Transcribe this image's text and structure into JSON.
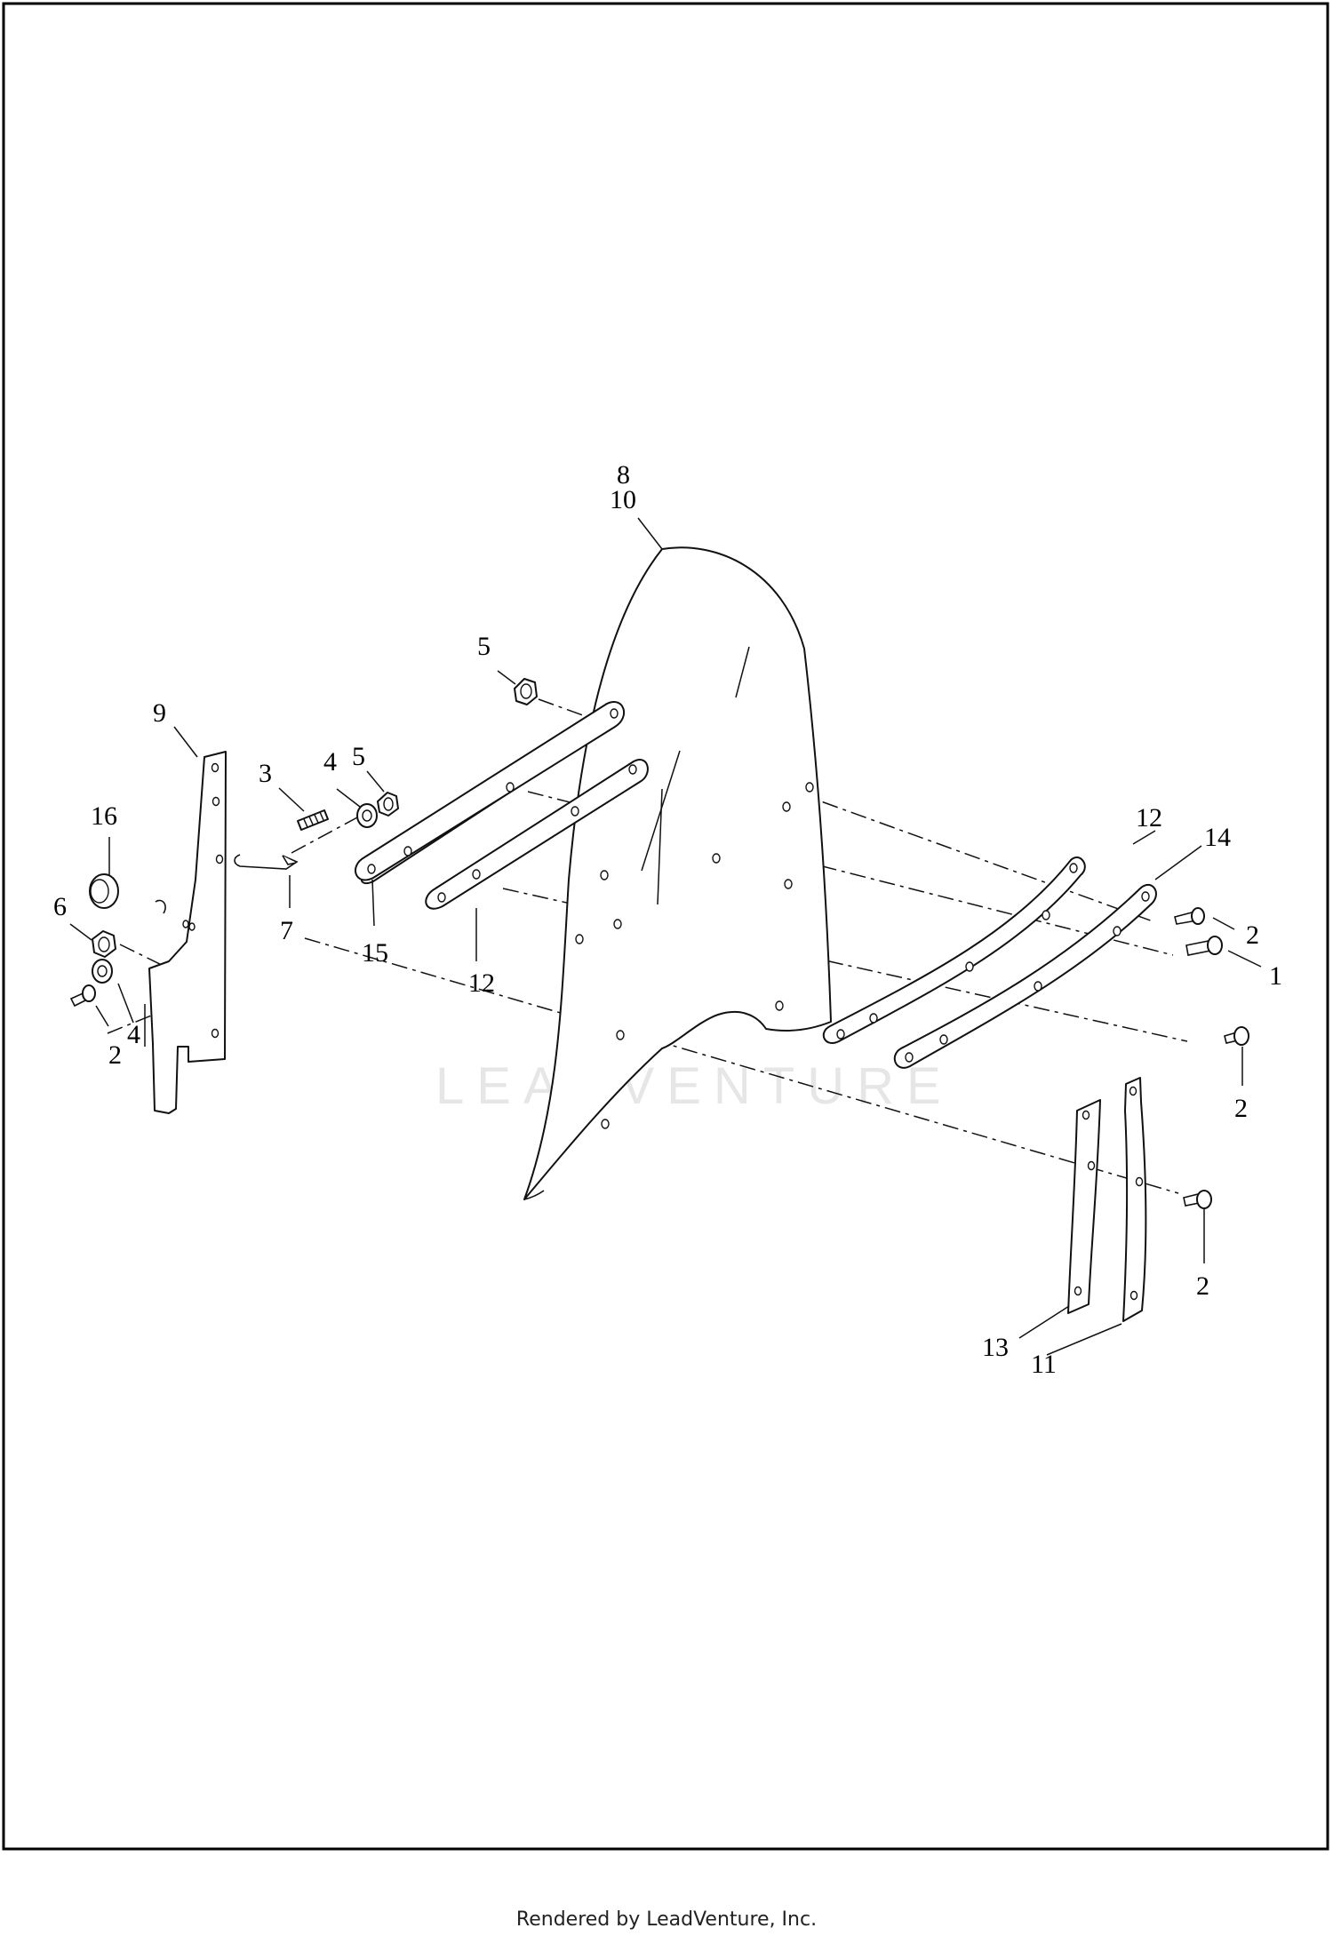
{
  "diagram": {
    "callouts": {
      "c1": "1",
      "c2a": "2",
      "c2b": "2",
      "c2c": "2",
      "c2d": "2",
      "c3": "3",
      "c4a": "4",
      "c4b": "4",
      "c5a": "5",
      "c5b": "5",
      "c6": "6",
      "c7": "7",
      "c8": "8",
      "c9": "9",
      "c10": "10",
      "c11": "11",
      "c12a": "12",
      "c12b": "12",
      "c13": "13",
      "c14": "14",
      "c15": "15",
      "c16": "16"
    },
    "watermark": {
      "text": "LEADVENTURE",
      "logo": "leadventure-flame-logo"
    }
  },
  "footer": {
    "text": "Rendered by LeadVenture, Inc."
  }
}
